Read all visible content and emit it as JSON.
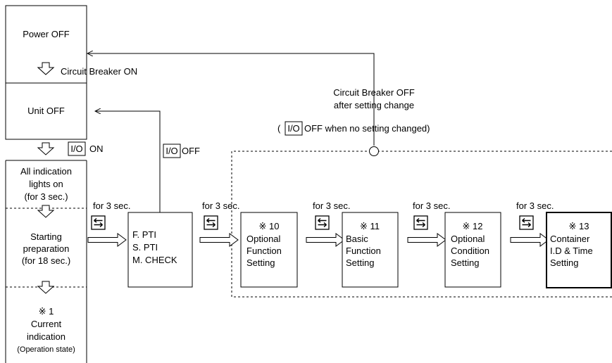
{
  "states": {
    "power_off": "Power OFF",
    "unit_off": "Unit OFF",
    "all_lights": [
      "All indication",
      "lights on",
      "(for 3 sec.)"
    ],
    "starting": [
      "Starting",
      "preparation",
      "(for 18 sec.)"
    ],
    "current": [
      "※ 1",
      "Current",
      "indication",
      "(Operation state)"
    ]
  },
  "transitions": {
    "breaker_on": "Circuit Breaker ON",
    "io_key": "I/O",
    "on": "ON",
    "off": "OFF",
    "breaker_off": [
      "Circuit Breaker OFF",
      "after setting change"
    ],
    "no_change_open": "(",
    "no_change_rest": "OFF when no setting changed)",
    "hold": "for 3 sec."
  },
  "modes": [
    {
      "lines": [
        "F. PTI",
        "S. PTI",
        "M. CHECK"
      ]
    },
    {
      "lines": [
        "※ 10",
        "Optional",
        "Function",
        "Setting"
      ]
    },
    {
      "lines": [
        "※ 11",
        "Basic",
        "Function",
        "Setting"
      ]
    },
    {
      "lines": [
        "※ 12",
        "Optional",
        "Condition",
        "Setting"
      ]
    },
    {
      "lines": [
        "※ 13",
        "Container",
        "I.D & Time",
        "Setting"
      ]
    }
  ],
  "icons": {
    "mode_key": "exchange-arrows-icon",
    "flow_arrow": "hollow-arrow-icon"
  }
}
